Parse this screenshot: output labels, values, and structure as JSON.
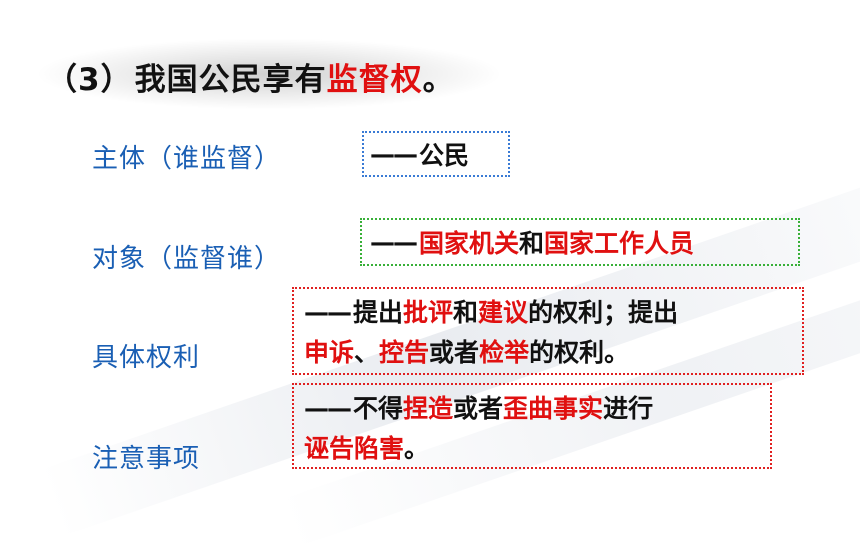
{
  "title": {
    "number": "（3）",
    "prefix": "我国公民享有",
    "highlight": "监督权",
    "suffix": "。"
  },
  "labels": {
    "subject": "主体（谁监督）",
    "object": "对象（监督谁）",
    "rights": "具体权利",
    "notes": "注意事项"
  },
  "answers": {
    "subject": {
      "dash": "——",
      "text": "公民"
    },
    "object": {
      "dash": "——",
      "part1": "国家机关",
      "and": "和",
      "part2": "国家工作人员"
    },
    "rights": {
      "line1": {
        "dash": "——",
        "a": "提出",
        "b": "批评",
        "c": "和",
        "d": "建议",
        "e": "的权利；提出"
      },
      "line2": {
        "a": "申诉",
        "b": "、",
        "c": "控告",
        "d": "或者",
        "e": "检举",
        "f": "的权利。"
      }
    },
    "notes": {
      "line1": {
        "dash": "——",
        "a": "不得",
        "b": "捏造",
        "c": "或者",
        "d": "歪曲事实",
        "e": "进行"
      },
      "line2": {
        "a": "诬告陷害",
        "b": "。"
      }
    }
  },
  "colors": {
    "highlight": "#e01010",
    "label": "#1a5fb4",
    "border_subject": "#3a7bd5",
    "border_object": "#38b038",
    "border_rights": "#e02020"
  }
}
